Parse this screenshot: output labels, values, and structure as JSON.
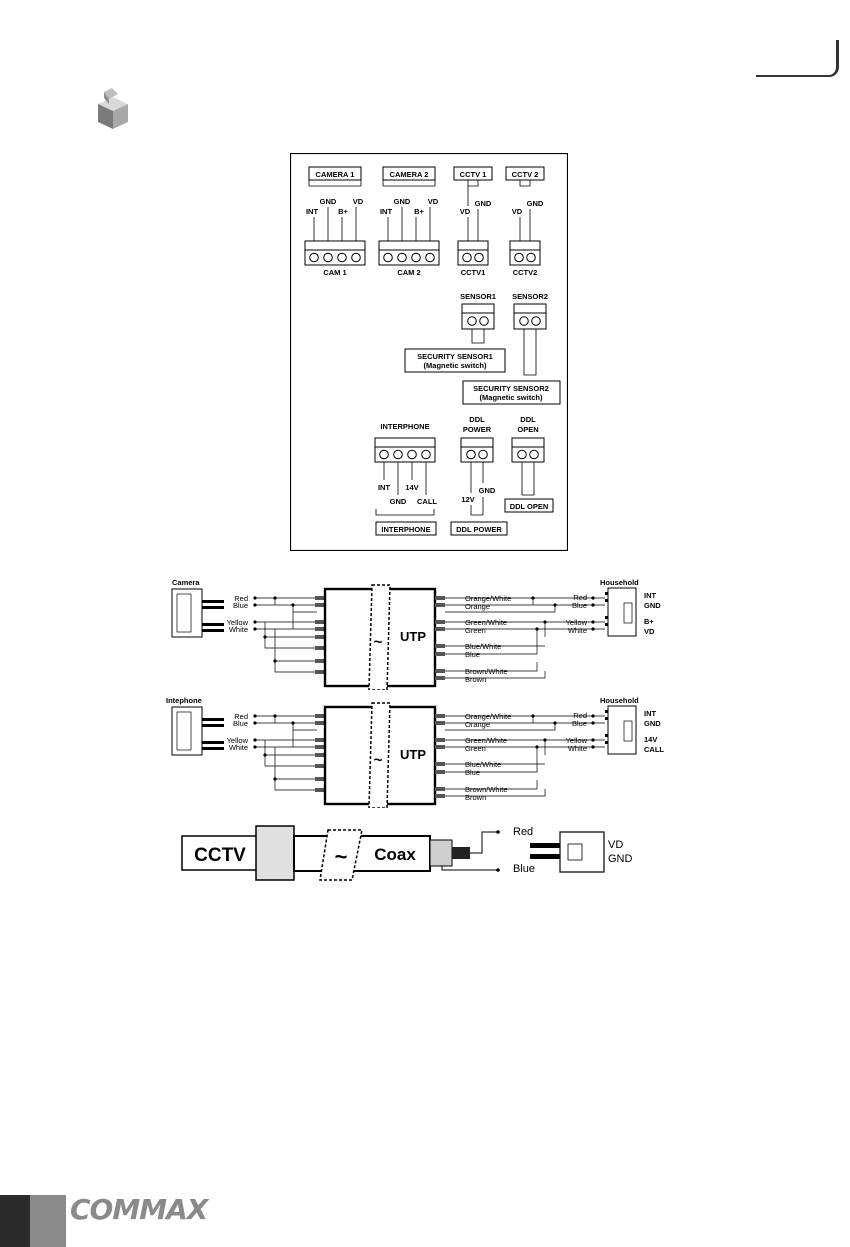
{
  "terminal_panel": {
    "top_boxes": [
      "CAMERA 1",
      "CAMERA 2",
      "CCTV 1",
      "CCTV 2"
    ],
    "cam1_pins": [
      "INT",
      "GND",
      "B+",
      "VD"
    ],
    "cam2_pins": [
      "INT",
      "GND",
      "B+",
      "VD"
    ],
    "cctv1_pins": [
      "VD",
      "GND"
    ],
    "cctv2_pins": [
      "VD",
      "GND"
    ],
    "connectors": [
      "CAM 1",
      "CAM 2",
      "CCTV1",
      "CCTV2"
    ],
    "sensor1": "SENSOR1",
    "sensor2": "SENSOR2",
    "security_sensor1": [
      "SECURITY SENSOR1",
      "(Magnetic switch)"
    ],
    "security_sensor2": [
      "SECURITY SENSOR2",
      "(Magnetic switch)"
    ],
    "interphone_header": "INTERPHONE",
    "ddl_power_header": [
      "DDL",
      "POWER"
    ],
    "ddl_open_header": [
      "DDL",
      "OPEN"
    ],
    "interphone_pins": [
      "INT",
      "GND",
      "14V",
      "CALL"
    ],
    "ddl_power_pins": [
      "12V",
      "GND"
    ],
    "bottom_boxes": [
      "INTERPHONE",
      "DDL POWER",
      "DDL OPEN"
    ]
  },
  "utp_camera": {
    "left_title": "Camera",
    "right_title": "Household",
    "left_wires": [
      "Red",
      "Blue",
      "Yellow",
      "White"
    ],
    "pairs": [
      "Orange/White",
      "Orange",
      "Green/White",
      "Green",
      "Blue/White",
      "Blue",
      "Brown/White",
      "Brown"
    ],
    "right_wires": [
      "Red",
      "Blue",
      "Yellow",
      "White"
    ],
    "right_pins": [
      "INT",
      "GND",
      "B+",
      "VD"
    ],
    "tilde": "~",
    "cable": "UTP"
  },
  "utp_interphone": {
    "left_title": "Intephone",
    "right_title": "Household",
    "left_wires": [
      "Red",
      "Blue",
      "Yellow",
      "White"
    ],
    "pairs": [
      "Orange/White",
      "Orange",
      "Green/White",
      "Green",
      "Blue/White",
      "Blue",
      "Brown/White",
      "Brown"
    ],
    "right_wires": [
      "Red",
      "Blue",
      "Yellow",
      "White"
    ],
    "right_pins": [
      "INT",
      "GND",
      "14V",
      "CALL"
    ],
    "tilde": "~",
    "cable": "UTP"
  },
  "coax": {
    "source": "CCTV",
    "tilde": "~",
    "cable": "Coax",
    "wires": [
      "Red",
      "Blue"
    ],
    "pins": [
      "VD",
      "GND"
    ]
  },
  "footer": {
    "logo": "COMMAX"
  }
}
